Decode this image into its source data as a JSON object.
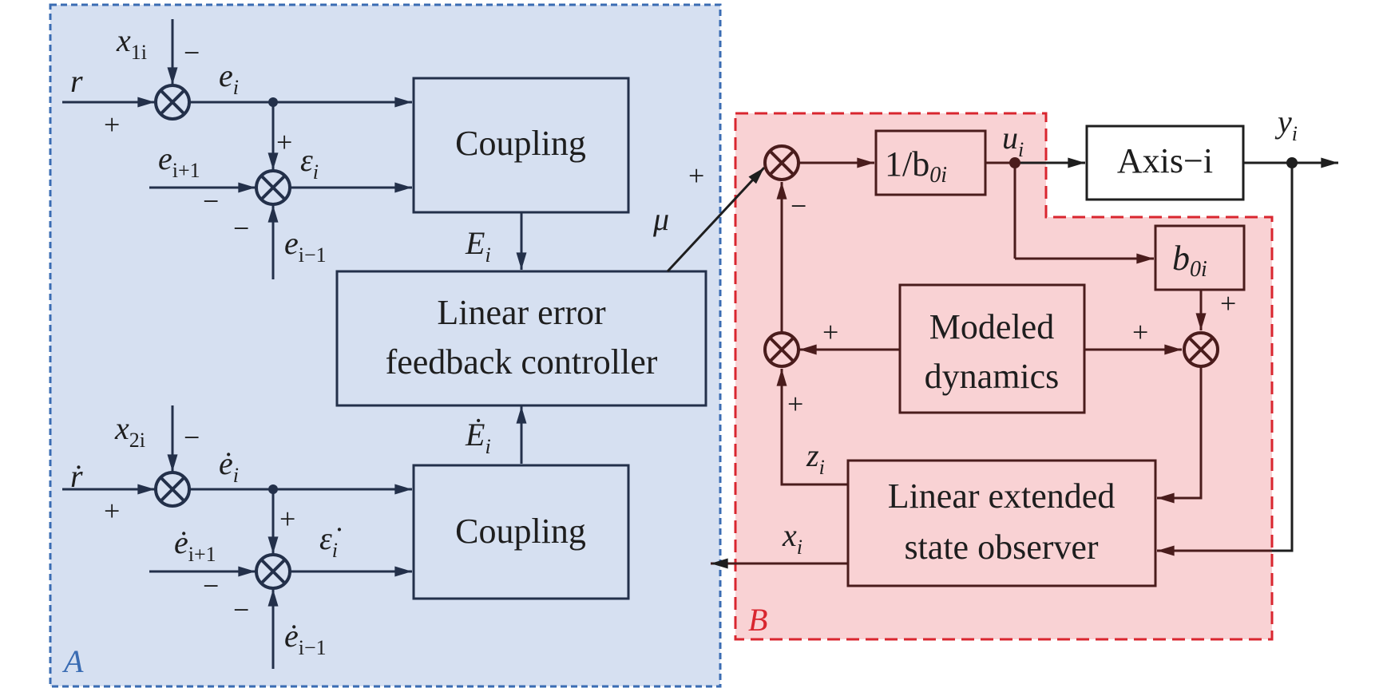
{
  "colors": {
    "region_a_fill": "#d6e0f1",
    "region_a_border": "#3a6cb3",
    "region_b_fill": "#f9d2d4",
    "region_b_border": "#d9262f",
    "line_a": "#23304a",
    "line_b": "#4a1c1c",
    "line_plant": "#1e1e1e"
  },
  "regions": {
    "a_label": "A",
    "b_label": "B"
  },
  "blocks": {
    "coupling_top": "Coupling",
    "lefc_line1": "Linear error",
    "lefc_line2": "feedback controller",
    "coupling_bottom": "Coupling",
    "inv_b0_main": "1/b",
    "inv_b0_sub": "0i",
    "axis": "Axis−i",
    "b0_main": "b",
    "b0_sub": "0i",
    "modeled_line1": "Modeled",
    "modeled_line2": "dynamics",
    "leso_line1": "Linear extended",
    "leso_line2": "state observer"
  },
  "signals": {
    "r": "r",
    "x1i_main": "x",
    "x1i_sub": "1i",
    "ei_main": "e",
    "ei_sub": "i",
    "eip1_main": "e",
    "eip1_sub": "i+1",
    "eps_main": "ε",
    "eps_sub": "i",
    "eim1_main": "e",
    "eim1_sub": "i−1",
    "Ei_main": "E",
    "Ei_sub": "i",
    "mu": "μ",
    "rdot": "ṙ",
    "x2i_main": "x",
    "x2i_sub": "2i",
    "edi_main": "ė",
    "edi_sub": "i",
    "edip1_main": "ė",
    "edip1_sub": "i+1",
    "epsd_main": "ε̇",
    "epsd_sub": "i",
    "edim1_main": "ė",
    "edim1_sub": "i−1",
    "Edi_main": "Ė",
    "Edi_sub": "i",
    "ui_main": "u",
    "ui_sub": "i",
    "yi_main": "y",
    "yi_sub": "i",
    "zi_main": "z",
    "zi_sub": "i",
    "xi_main": "x",
    "xi_sub": "i"
  },
  "signs": {
    "plus": "+",
    "minus": "−"
  }
}
